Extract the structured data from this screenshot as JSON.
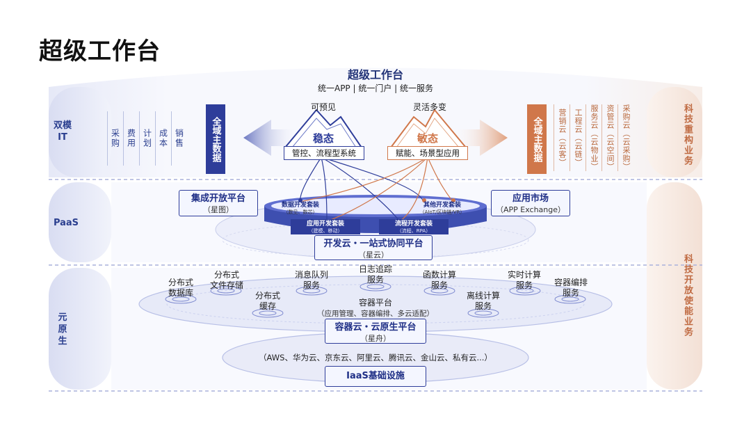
{
  "page_title": "超级工作台",
  "header": {
    "title": "超级工作台",
    "subtitle": "统一APP | 统一门户 | 统一服务"
  },
  "left_band_labels": [
    "双模\nIT",
    "PaaS",
    "元\n原\n生"
  ],
  "right_band_labels": [
    "科技重构业务",
    "科技开放使能业务"
  ],
  "top_left": {
    "columns": [
      "采购",
      "费用",
      "计划",
      "成本",
      "销售"
    ],
    "panel": "全域主数据"
  },
  "top_right": {
    "panel": "全域主数据",
    "columns": [
      "营销云（云客）",
      "工程云（云链）",
      "服务云（云物业）",
      "资管云（云空间）",
      "采购云（云采购）"
    ]
  },
  "steady": {
    "label": "可预见",
    "peak": "稳态",
    "caption": "管控、流程型系统"
  },
  "agile": {
    "label": "灵活多变",
    "peak": "敏态",
    "caption": "赋能、场景型应用"
  },
  "paas": {
    "integration": {
      "title": "集成开放平台",
      "sub": "（星图）"
    },
    "market": {
      "title": "应用市场",
      "sub": "（APP Exchange）"
    },
    "kits": [
      {
        "title": "数据开发套装",
        "sub": "（数见、数芯）"
      },
      {
        "title": "其他开发套装",
        "sub": "（AIoT/区块链/VR）"
      },
      {
        "title": "应用开发套装",
        "sub": "（建模、移动）"
      },
      {
        "title": "流程开发套装",
        "sub": "（流程、RPA）"
      }
    ],
    "dev_cloud": {
      "title": "开发云・一站式协同平台",
      "sub": "（星云）"
    }
  },
  "native": {
    "services": [
      "分布式\n数据库",
      "分布式\n文件存储",
      "分布式\n缓存",
      "消息队列\n服务",
      "日志追踪\n服务",
      "函数计算\n服务",
      "离线计算\n服务",
      "实时计算\n服务",
      "容器编排\n服务"
    ],
    "container_platform": {
      "title": "容器平台",
      "sub": "（应用管理、容器编排、多云适配）"
    },
    "container_cloud": {
      "title": "容器云・云原生平台",
      "sub": "（星舟）"
    },
    "iaas_providers": "（AWS、华为云、京东云、阿里云、腾讯云、金山云、私有云...）",
    "iaas": "IaaS基础设施"
  },
  "colors": {
    "primary_blue": "#2e3d9a",
    "accent_orange": "#d0774a",
    "band_bg": "#eef0fa"
  }
}
